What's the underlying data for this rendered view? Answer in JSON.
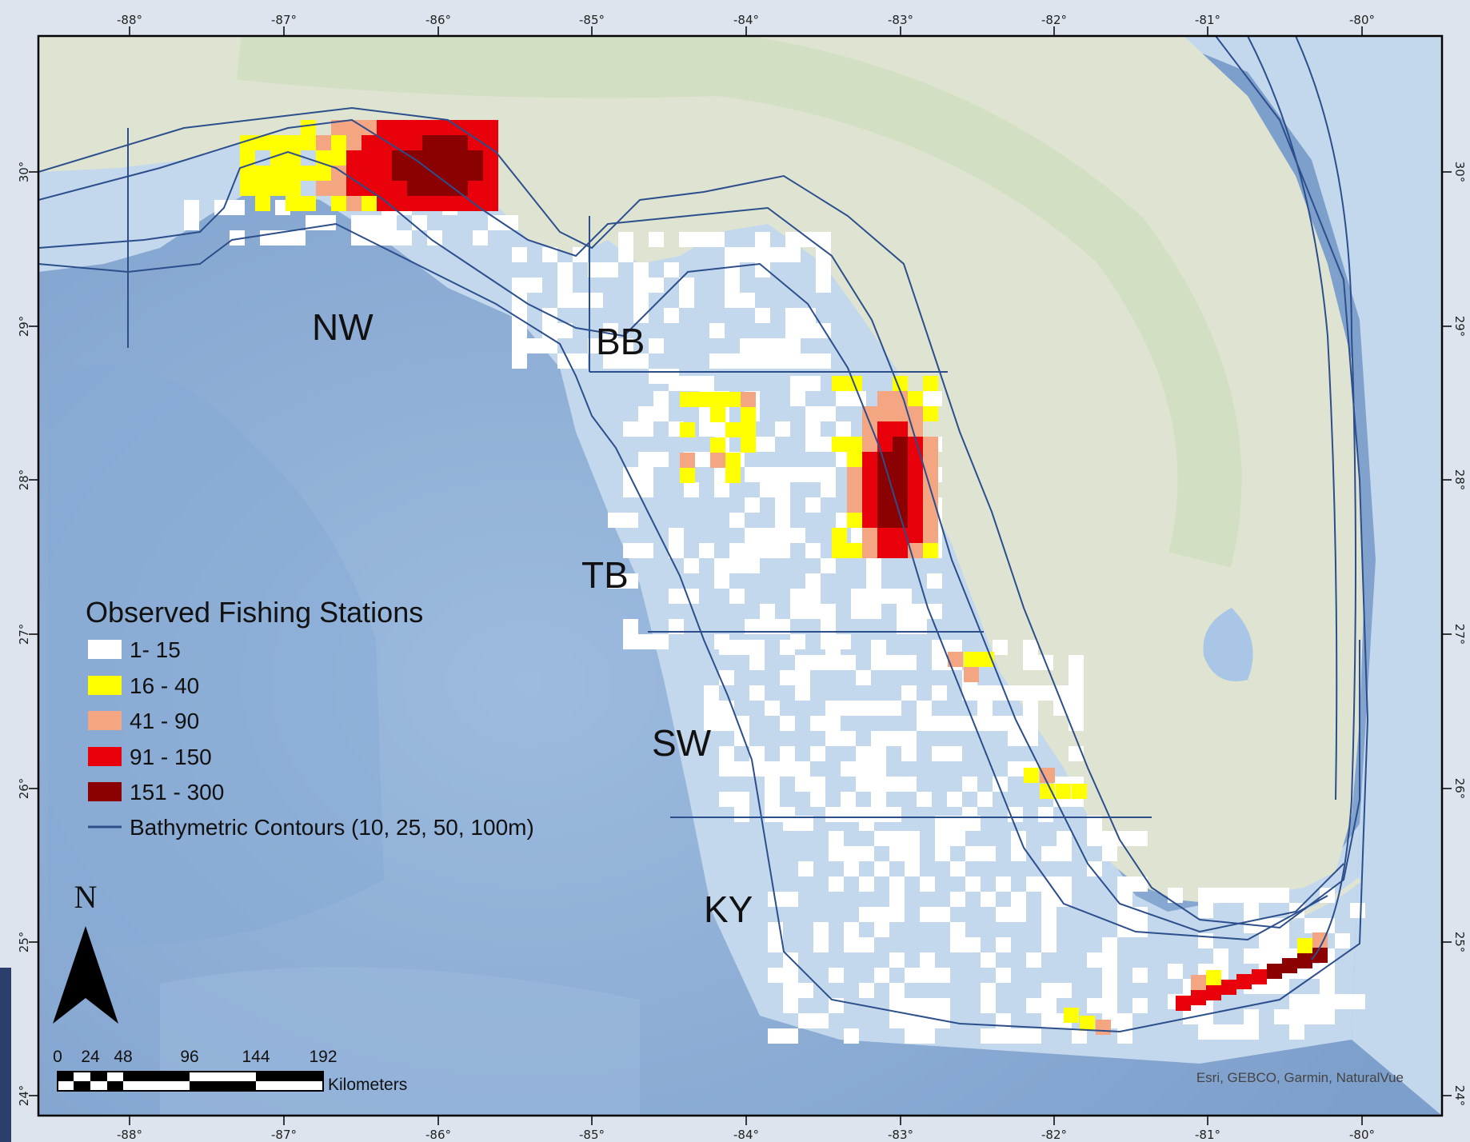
{
  "map": {
    "colors": {
      "land": "#dfe4d2",
      "land_green": "#c8dbb4",
      "shelf": "#c2d7ec",
      "deep": "#8fb1d8",
      "deep_dark": "#7fa3cf",
      "contour": "#2c4f8c",
      "frame_bg": "#dde4ed",
      "grid_border": "#000000"
    },
    "lon_ticks": [
      "-88°",
      "-87°",
      "-86°",
      "-85°",
      "-84°",
      "-83°",
      "-82°",
      "-81°",
      "-80°"
    ],
    "lat_ticks": [
      "30°",
      "29°",
      "28°",
      "27°",
      "26°",
      "25°",
      "24°"
    ],
    "regions": [
      "NW",
      "BB",
      "TB",
      "SW",
      "KY"
    ],
    "attribution": "Esri, GEBCO, Garmin, NaturalVue"
  },
  "legend": {
    "title": "Observed Fishing Stations",
    "items": [
      {
        "label": "1- 15",
        "color": "#ffffff"
      },
      {
        "label": "16 - 40",
        "color": "#ffff00"
      },
      {
        "label": "41 - 90",
        "color": "#f4a582"
      },
      {
        "label": "91 - 150",
        "color": "#e8000b"
      },
      {
        "label": "151 - 300",
        "color": "#8b0000"
      }
    ],
    "contour_label": "Bathymetric Contours (10, 25, 50, 100m)"
  },
  "north_arrow": {
    "label": "N"
  },
  "scale_bar": {
    "ticks": [
      "0",
      "24",
      "48",
      "96",
      "144",
      "192"
    ],
    "unit": "Kilometers"
  }
}
